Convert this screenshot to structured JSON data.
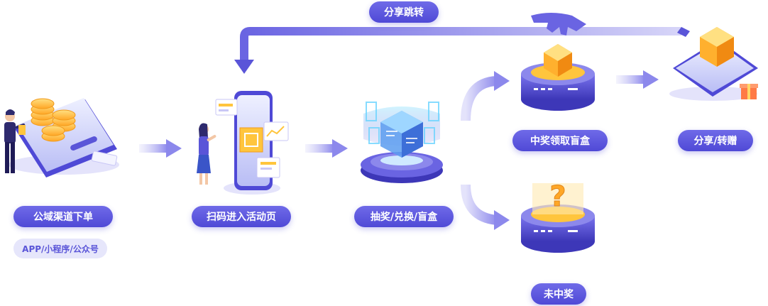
{
  "share_jump": "分享跳转",
  "steps": [
    {
      "label": "公域渠道下单",
      "sublabel": "APP/小程序/公众号"
    },
    {
      "label": "扫码进入活动页"
    },
    {
      "label": "抽奖/兑换/盲盒"
    },
    {
      "label": "中奖领取盲盒"
    },
    {
      "label": "分享/转赠"
    },
    {
      "label": "未中奖"
    }
  ],
  "colors": {
    "primary": "#5a55d8",
    "accent": "#ffc53d",
    "light": "#e6e6fb"
  },
  "icons": [
    "phone-coins-icon",
    "phone-scan-icon",
    "hologram-cube-icon",
    "prize-podium-icon",
    "question-podium-icon",
    "share-phone-icon"
  ]
}
